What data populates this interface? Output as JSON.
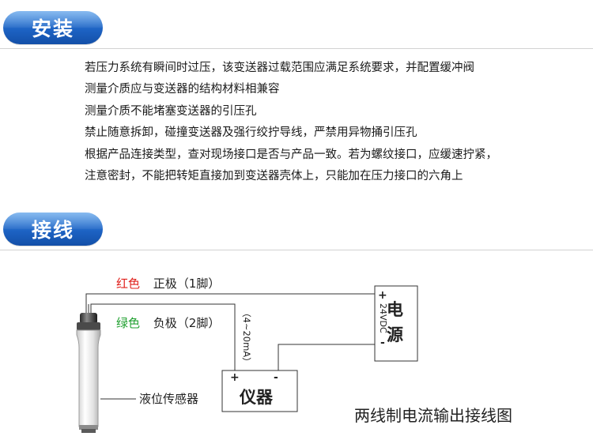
{
  "install": {
    "title": "安装",
    "items": [
      "若压力系统有瞬间时过压，该变送器过载范围应满足系统要求，并配置缓冲阀",
      "测量介质应与变送器的结构材料相兼容",
      "测量介质不能堵塞变送器的引压孔",
      "禁止随意拆卸，碰撞变送器及强行绞拧导线，严禁用异物捅引压孔",
      "根据产品连接类型，查对现场接口是否与产品一致。若为螺纹接口，应缓速拧紧，",
      "注意密封，不能把转矩直接加到变送器壳体上，只能加在压力接口的六角上"
    ]
  },
  "wiring": {
    "title": "接线",
    "red_wire": {
      "color_word": "红色",
      "label": "正极（1脚）"
    },
    "green_wire": {
      "color_word": "绿色",
      "label": "负极（2脚）"
    },
    "current_label": "（4~20mA）",
    "power_voltage": "24VDC",
    "power_label_1": "电",
    "power_label_2": "源",
    "plus": "+",
    "minus": "-",
    "instrument_label": "仪器",
    "sensor_label": "液位传感器",
    "caption": "两线制电流输出接线图"
  },
  "colors": {
    "tag_blue": "#1d63c4",
    "red_text": "#e0201b",
    "green_text": "#20a030"
  }
}
